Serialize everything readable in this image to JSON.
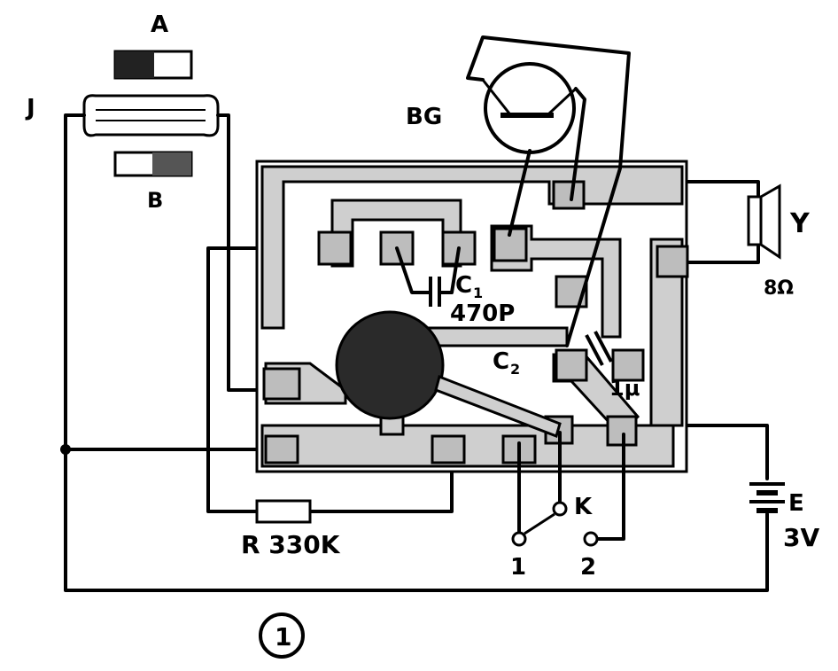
{
  "labels": {
    "switch_a": "A",
    "switch_b": "B",
    "jack": "J",
    "transistor": "BG",
    "speaker": "Y",
    "speaker_impedance": "8Ω",
    "cap1_name": "C",
    "cap1_sub": "1",
    "cap1_value": "470P",
    "cap2_name": "C",
    "cap2_sub": "2",
    "cap2_value": "1μ",
    "resistor": "R 330K",
    "switch_k": "K",
    "pos1": "1",
    "pos2": "2",
    "battery": "E",
    "battery_voltage": "3V",
    "figure_number": "1"
  },
  "colors": {
    "ink": "#000000",
    "pcb_trace": "#cfcfcf",
    "pad": "#bdbdbd",
    "blob": "#2a2a2a"
  }
}
